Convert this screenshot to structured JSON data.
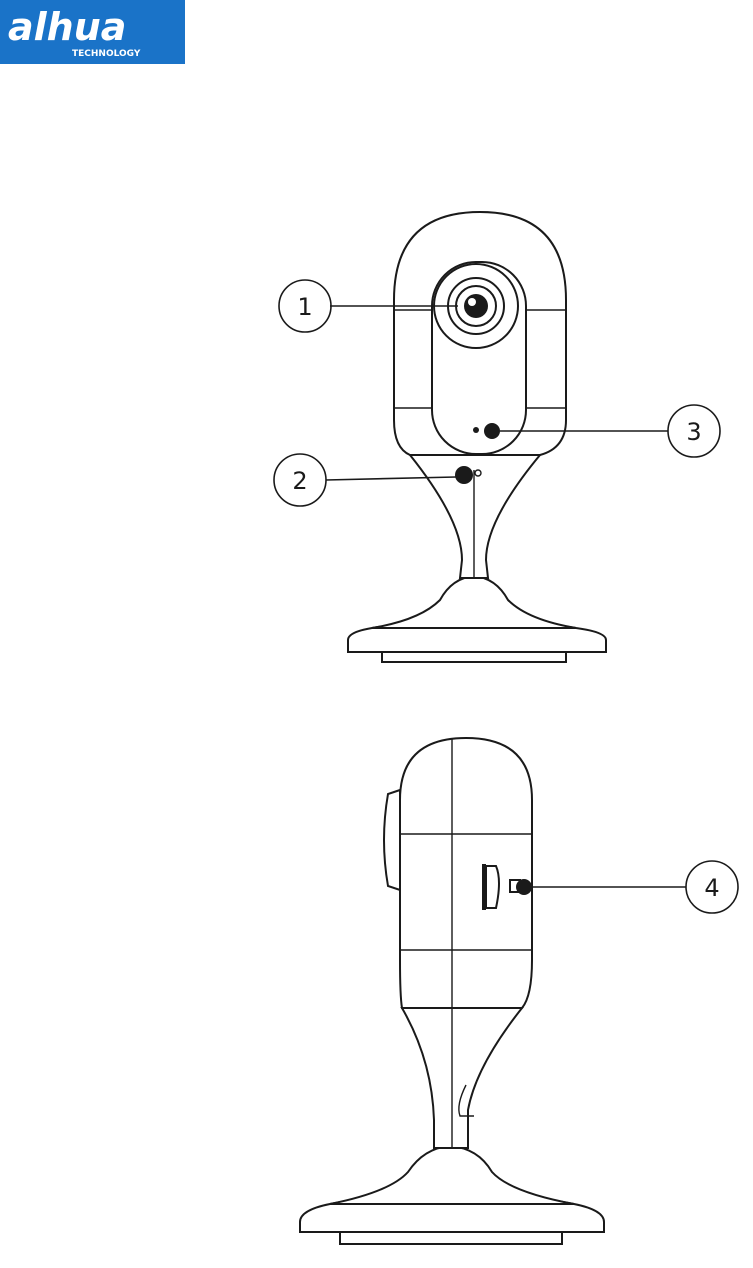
{
  "brand": {
    "logo_text": "alhua",
    "logo_subtext": "TECHNOLOGY",
    "logo_color": "#1a73c8"
  },
  "callouts": [
    {
      "number": "1"
    },
    {
      "number": "2"
    },
    {
      "number": "3"
    },
    {
      "number": "4"
    }
  ],
  "colors": {
    "line": "#1a1a1a",
    "background": "#ffffff"
  }
}
